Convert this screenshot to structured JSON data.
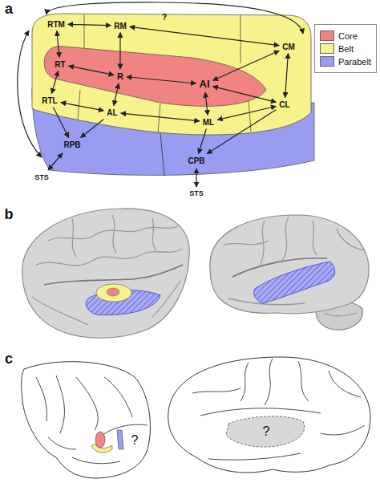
{
  "diagram": {
    "nodes": [
      {
        "text": [
          "RTM"
        ]
      },
      {
        "text": [
          "RM"
        ]
      },
      {
        "text": [
          "CM"
        ]
      },
      {
        "text": [
          "RT"
        ]
      },
      {
        "text": [
          "R"
        ]
      },
      {
        "text": [
          "AI"
        ]
      },
      {
        "text": [
          "RTL"
        ]
      },
      {
        "text": [
          "AL"
        ]
      },
      {
        "text": [
          "ML"
        ]
      },
      {
        "text": [
          "CL"
        ]
      },
      {
        "text": [
          "RPB"
        ]
      },
      {
        "text": [
          "CPB"
        ]
      }
    ],
    "edges": [
      {
        "from": 3,
        "to": 4,
        "arrow": "both"
      },
      {
        "from": 4,
        "to": 5,
        "arrow": "both"
      },
      {
        "from": 0,
        "to": 3,
        "arrow": "both"
      },
      {
        "from": 3,
        "to": 6,
        "arrow": "both"
      },
      {
        "from": 1,
        "to": 4,
        "arrow": "both"
      },
      {
        "from": 4,
        "to": 7,
        "arrow": "both"
      },
      {
        "from": 5,
        "to": 8,
        "arrow": "both"
      },
      {
        "from": 5,
        "to": 9,
        "arrow": "both"
      },
      {
        "from": 5,
        "to": 2,
        "arrow": "both"
      },
      {
        "from": 0,
        "to": 1,
        "arrow": "both"
      },
      {
        "from": 1,
        "to": 2,
        "arrow": "both"
      },
      {
        "from": 6,
        "to": 7,
        "arrow": "both"
      },
      {
        "from": 7,
        "to": 8,
        "arrow": "both"
      },
      {
        "from": 8,
        "to": 9,
        "arrow": "both"
      },
      {
        "from": 2,
        "to": 9,
        "arrow": "both"
      },
      {
        "from": 6,
        "to": 10,
        "arrow": "to"
      },
      {
        "from": 7,
        "to": 10,
        "arrow": "to"
      },
      {
        "from": 8,
        "to": 11,
        "arrow": "to"
      },
      {
        "from": 9,
        "to": 11,
        "arrow": "to"
      }
    ],
    "labels": [
      "a",
      "?",
      "STS",
      "STS",
      "b",
      "c",
      "?",
      "?"
    ],
    "legend": [
      {
        "text": "Core",
        "color": "#f08482"
      },
      {
        "text": "Belt",
        "color": "#f7f38c"
      },
      {
        "text": "Parabelt",
        "color": "#9a9cf2"
      }
    ]
  }
}
